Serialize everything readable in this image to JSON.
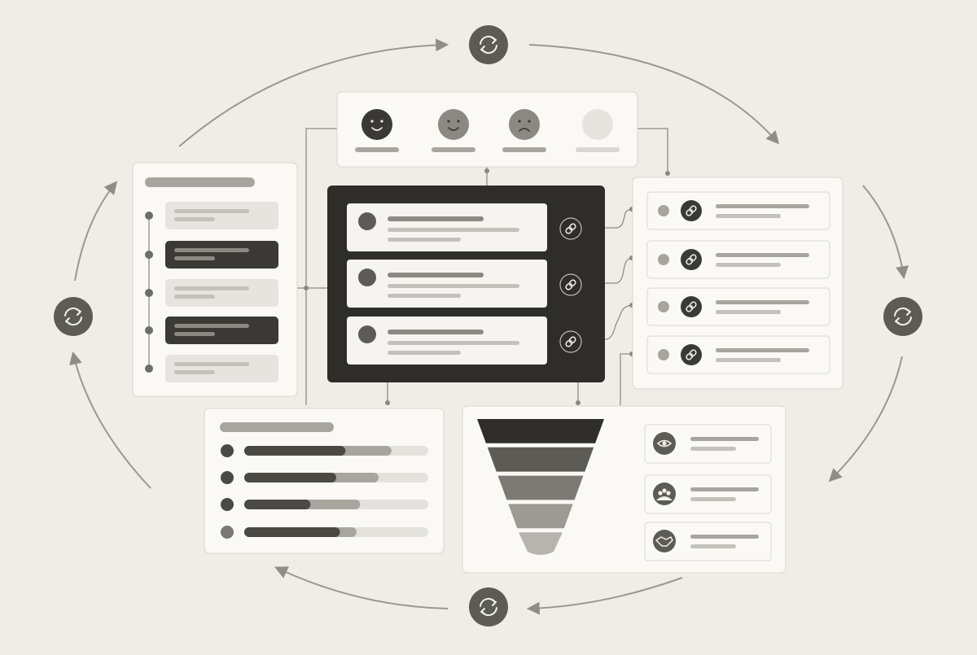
{
  "diagram": {
    "description_free": true,
    "colors": {
      "background": "#efede6",
      "panel": "#faf9f6",
      "panel_border": "#d9d6ce",
      "dark": "#2e2d2a",
      "mid": "#8b8982",
      "light": "#cfcdc6",
      "lighter": "#e4e2dc",
      "connector": "#8f8d86"
    },
    "cycle_nodes": [
      {
        "name": "sync-node-top",
        "icon": "refresh-icon"
      },
      {
        "name": "sync-node-right",
        "icon": "refresh-icon"
      },
      {
        "name": "sync-node-bottom",
        "icon": "refresh-icon"
      },
      {
        "name": "sync-node-left",
        "icon": "refresh-icon"
      }
    ],
    "sentiment_panel": {
      "faces": [
        {
          "icon": "happy-face-icon",
          "level": "dark"
        },
        {
          "icon": "smile-face-icon",
          "level": "mid"
        },
        {
          "icon": "sad-face-icon",
          "level": "mid"
        },
        {
          "icon": "blank-face-icon",
          "level": "light"
        }
      ]
    },
    "timeline_panel": {
      "items": [
        {
          "state": "light"
        },
        {
          "state": "dark"
        },
        {
          "state": "light"
        },
        {
          "state": "dark"
        },
        {
          "state": "light"
        }
      ]
    },
    "central_panel": {
      "records": [
        {
          "link_icon": "link-icon"
        },
        {
          "link_icon": "link-icon"
        },
        {
          "link_icon": "link-icon"
        }
      ]
    },
    "linked_panel": {
      "rows": [
        {
          "icon": "link-icon"
        },
        {
          "icon": "link-icon"
        },
        {
          "icon": "link-icon"
        },
        {
          "icon": "link-icon"
        }
      ]
    },
    "progress_panel": {
      "rows": [
        {
          "dark_fraction": 0.55,
          "mid_fraction": 0.25
        },
        {
          "dark_fraction": 0.5,
          "mid_fraction": 0.23
        },
        {
          "dark_fraction": 0.36,
          "mid_fraction": 0.27
        },
        {
          "dark_fraction": 0.52,
          "mid_fraction": 0.09
        }
      ]
    },
    "funnel_panel": {
      "stages": 5,
      "legend": [
        {
          "icon": "eye-icon"
        },
        {
          "icon": "group-icon"
        },
        {
          "icon": "handshake-icon"
        }
      ]
    }
  }
}
